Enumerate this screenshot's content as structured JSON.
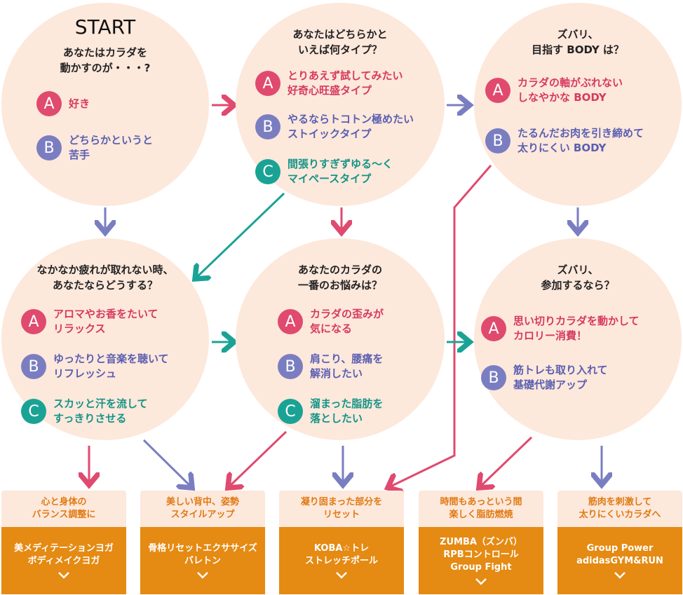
{
  "colors": {
    "a": "#e04a6f",
    "b": "#7a7ec1",
    "c": "#1aa395",
    "circle": "#fde8dc",
    "orange": "#e58a12"
  },
  "start": "START",
  "q1": {
    "question": "あなたはカラダを\n動かすのが・・・?",
    "a": "好き",
    "b": "どちらかというと\n苦手"
  },
  "q2": {
    "question": "あなたはどちらかと\nいえば何タイプ？",
    "a": "とりあえず試してみたい\n好奇心旺盛タイプ",
    "b": "やるならトコトン極めたい\nストイックタイプ",
    "c": "間張りすぎずゆる〜く\nマイペースタイプ"
  },
  "q3": {
    "question": "ズバリ、\n目指す BODY は？",
    "a": "カラダの軸がぶれない\nしなやかな BODY",
    "b": "たるんだお肉を引き締めて\n太りにくい BODY"
  },
  "q4": {
    "question": "なかなか疲れが取れない時、\nあなたならどうする？",
    "a": "アロマやお香をたいて\nリラックス",
    "b": "ゆったりと音楽を聴いて\nリフレッシュ",
    "c": "スカッと汗を流して\nすっきりさせる"
  },
  "q5": {
    "question": "あなたのカラダの\n一番のお悩みは？",
    "a": "カラダの歪みが\n気になる",
    "b": "肩こり、腰痛を\n解消したい",
    "c": "溜まった脂肪を\n落としたい"
  },
  "q6": {
    "question": "ズバリ、\n参加するなら？",
    "a": "思い切りカラダを動かして\nカロリー消費！",
    "b": "筋トレも取り入れて\n基礎代謝アップ"
  },
  "letters": {
    "a": "A",
    "b": "B",
    "c": "C"
  },
  "results": [
    {
      "title": "心と身体の\nバランス調整に",
      "programs": "美メディテーションヨガ\nボディメイクヨガ"
    },
    {
      "title": "美しい背中、姿勢\nスタイルアップ",
      "programs": "骨格リセットエクササイズ\nバレトン"
    },
    {
      "title": "凝り固まった部分を\nリセット",
      "programs": "KOBA☆トレ\nストレッチポール"
    },
    {
      "title": "時間もあっという間\n楽しく脂肪燃焼",
      "programs": "ZUMBA（ズンバ）\nRPBコントロール\nGroup Fight"
    },
    {
      "title": "筋肉を刺激して\n太りにくいカラダへ",
      "programs": "Group Power\nadidasGYM&RUN"
    }
  ]
}
